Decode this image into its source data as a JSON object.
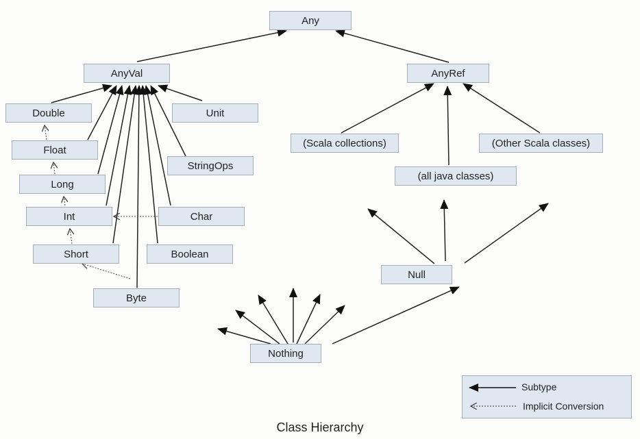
{
  "title": "Class Hierarchy",
  "colors": {
    "node_fill": "#dfe7f1",
    "node_border": "#a7acb1",
    "edge": "#222222",
    "background": "#fcfcfb"
  },
  "nodes": [
    {
      "id": "any",
      "label": "Any"
    },
    {
      "id": "anyval",
      "label": "AnyVal"
    },
    {
      "id": "anyref",
      "label": "AnyRef"
    },
    {
      "id": "double",
      "label": "Double"
    },
    {
      "id": "float",
      "label": "Float"
    },
    {
      "id": "long",
      "label": "Long"
    },
    {
      "id": "int",
      "label": "Int"
    },
    {
      "id": "short",
      "label": "Short"
    },
    {
      "id": "byte",
      "label": "Byte"
    },
    {
      "id": "unit",
      "label": "Unit"
    },
    {
      "id": "stringops",
      "label": "StringOps"
    },
    {
      "id": "char",
      "label": "Char"
    },
    {
      "id": "boolean",
      "label": "Boolean"
    },
    {
      "id": "scala-collections",
      "label": "(Scala collections)"
    },
    {
      "id": "all-java-classes",
      "label": "(all java classes)"
    },
    {
      "id": "other-scala-classes",
      "label": "(Other Scala classes)"
    },
    {
      "id": "null",
      "label": "Null"
    },
    {
      "id": "nothing",
      "label": "Nothing"
    }
  ],
  "subtype_edges": [
    [
      "anyval",
      "any"
    ],
    [
      "anyref",
      "any"
    ],
    [
      "double",
      "anyval"
    ],
    [
      "float",
      "anyval"
    ],
    [
      "long",
      "anyval"
    ],
    [
      "int",
      "anyval"
    ],
    [
      "short",
      "anyval"
    ],
    [
      "byte",
      "anyval"
    ],
    [
      "boolean",
      "anyval"
    ],
    [
      "char",
      "anyval"
    ],
    [
      "stringops",
      "anyval"
    ],
    [
      "unit",
      "anyval"
    ],
    [
      "scala-collections",
      "anyref"
    ],
    [
      "all-java-classes",
      "anyref"
    ],
    [
      "other-scala-classes",
      "anyref"
    ],
    [
      "nothing",
      "null"
    ]
  ],
  "implicit_conversion_edges": [
    [
      "float",
      "double"
    ],
    [
      "long",
      "float"
    ],
    [
      "int",
      "long"
    ],
    [
      "short",
      "int"
    ],
    [
      "byte",
      "short"
    ],
    [
      "char",
      "int"
    ]
  ],
  "open_arrows": {
    "null_fan_count": 3,
    "nothing_fan_count": 6
  },
  "legend": {
    "items": [
      {
        "kind": "subtype",
        "label": "Subtype"
      },
      {
        "kind": "implicit",
        "label": "Implicit Conversion"
      }
    ]
  }
}
